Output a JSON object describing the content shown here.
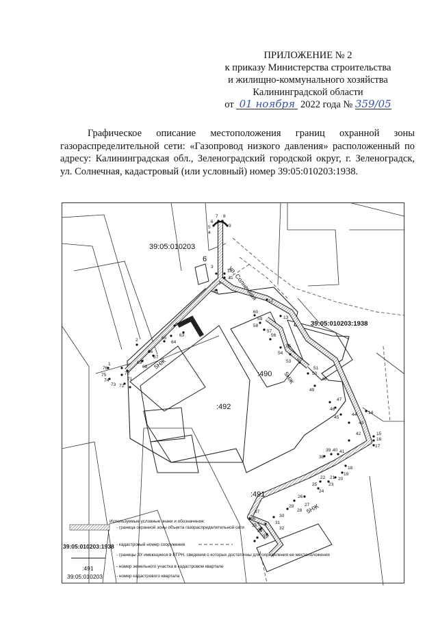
{
  "header": {
    "line1": "ПРИЛОЖЕНИЕ № 2",
    "line2": "к приказу Министерства строительства",
    "line3": "и жилищно-коммунального хозяйства",
    "line4": "Калининградской области",
    "date_prefix": "от",
    "date_handwritten": "01 ноября",
    "date_suffix": "2022 года №",
    "number_handwritten": "359/05"
  },
  "description": "Графическое описание местоположения границ охранной зоны газораспределительной сети: «Газопровод низкого давления» расположенный по адресу: Калининградская обл., Зеленоградский городской округ, г. Зеленоградск, ул. Солнечная, кадастровый (или условный) номер 39:05:010203:1938.",
  "map": {
    "quarter_top": "39:05:010203",
    "parcel_6": "6",
    "street": "ул. Солнечная",
    "cad_number": "39:05:010203:1938",
    "parcel_490": ":490",
    "parcel_492": ":492",
    "parcel_491": ":491",
    "building_label": "5НЖ",
    "point_labels": [
      "1",
      "2",
      "3",
      "4",
      "5",
      "6",
      "7",
      "8",
      "9",
      "10",
      "11",
      "12",
      "13",
      "14",
      "15",
      "16",
      "17",
      "18",
      "19",
      "20",
      "21",
      "22",
      "23",
      "24",
      "25",
      "26",
      "27",
      "28",
      "29",
      "30",
      "31",
      "32",
      "33",
      "34",
      "35",
      "36",
      "37",
      "38",
      "39",
      "40",
      "41",
      "42",
      "43",
      "44",
      "45",
      "46",
      "47",
      "48",
      "49",
      "50",
      "51",
      "52",
      "53",
      "54",
      "55",
      "56",
      "57",
      "58",
      "59",
      "60",
      "61",
      "62",
      "63",
      "64",
      "65",
      "66",
      "67",
      "68",
      "69",
      "70",
      "71",
      "72",
      "73",
      "74",
      "75",
      "76"
    ]
  },
  "legend": {
    "title": "Используемые условные знаки и обозначения:",
    "items": [
      {
        "symbol": "",
        "text": "- граница охранной зоны объекта газораспределительной сети"
      },
      {
        "symbol": "39:05:010203:1938",
        "text": "- кадастровый номер сооружения"
      },
      {
        "symbol": "",
        "text": "- границы ЗУ имеющиеся в ЕГРН, сведения о которых достаточны для определения ее местоположения"
      },
      {
        "symbol": ":491",
        "text": "- номер земельного участка в кадастровом квартале"
      },
      {
        "symbol": "39:05:010203",
        "text": "- номер кадастрового квартала"
      }
    ]
  }
}
